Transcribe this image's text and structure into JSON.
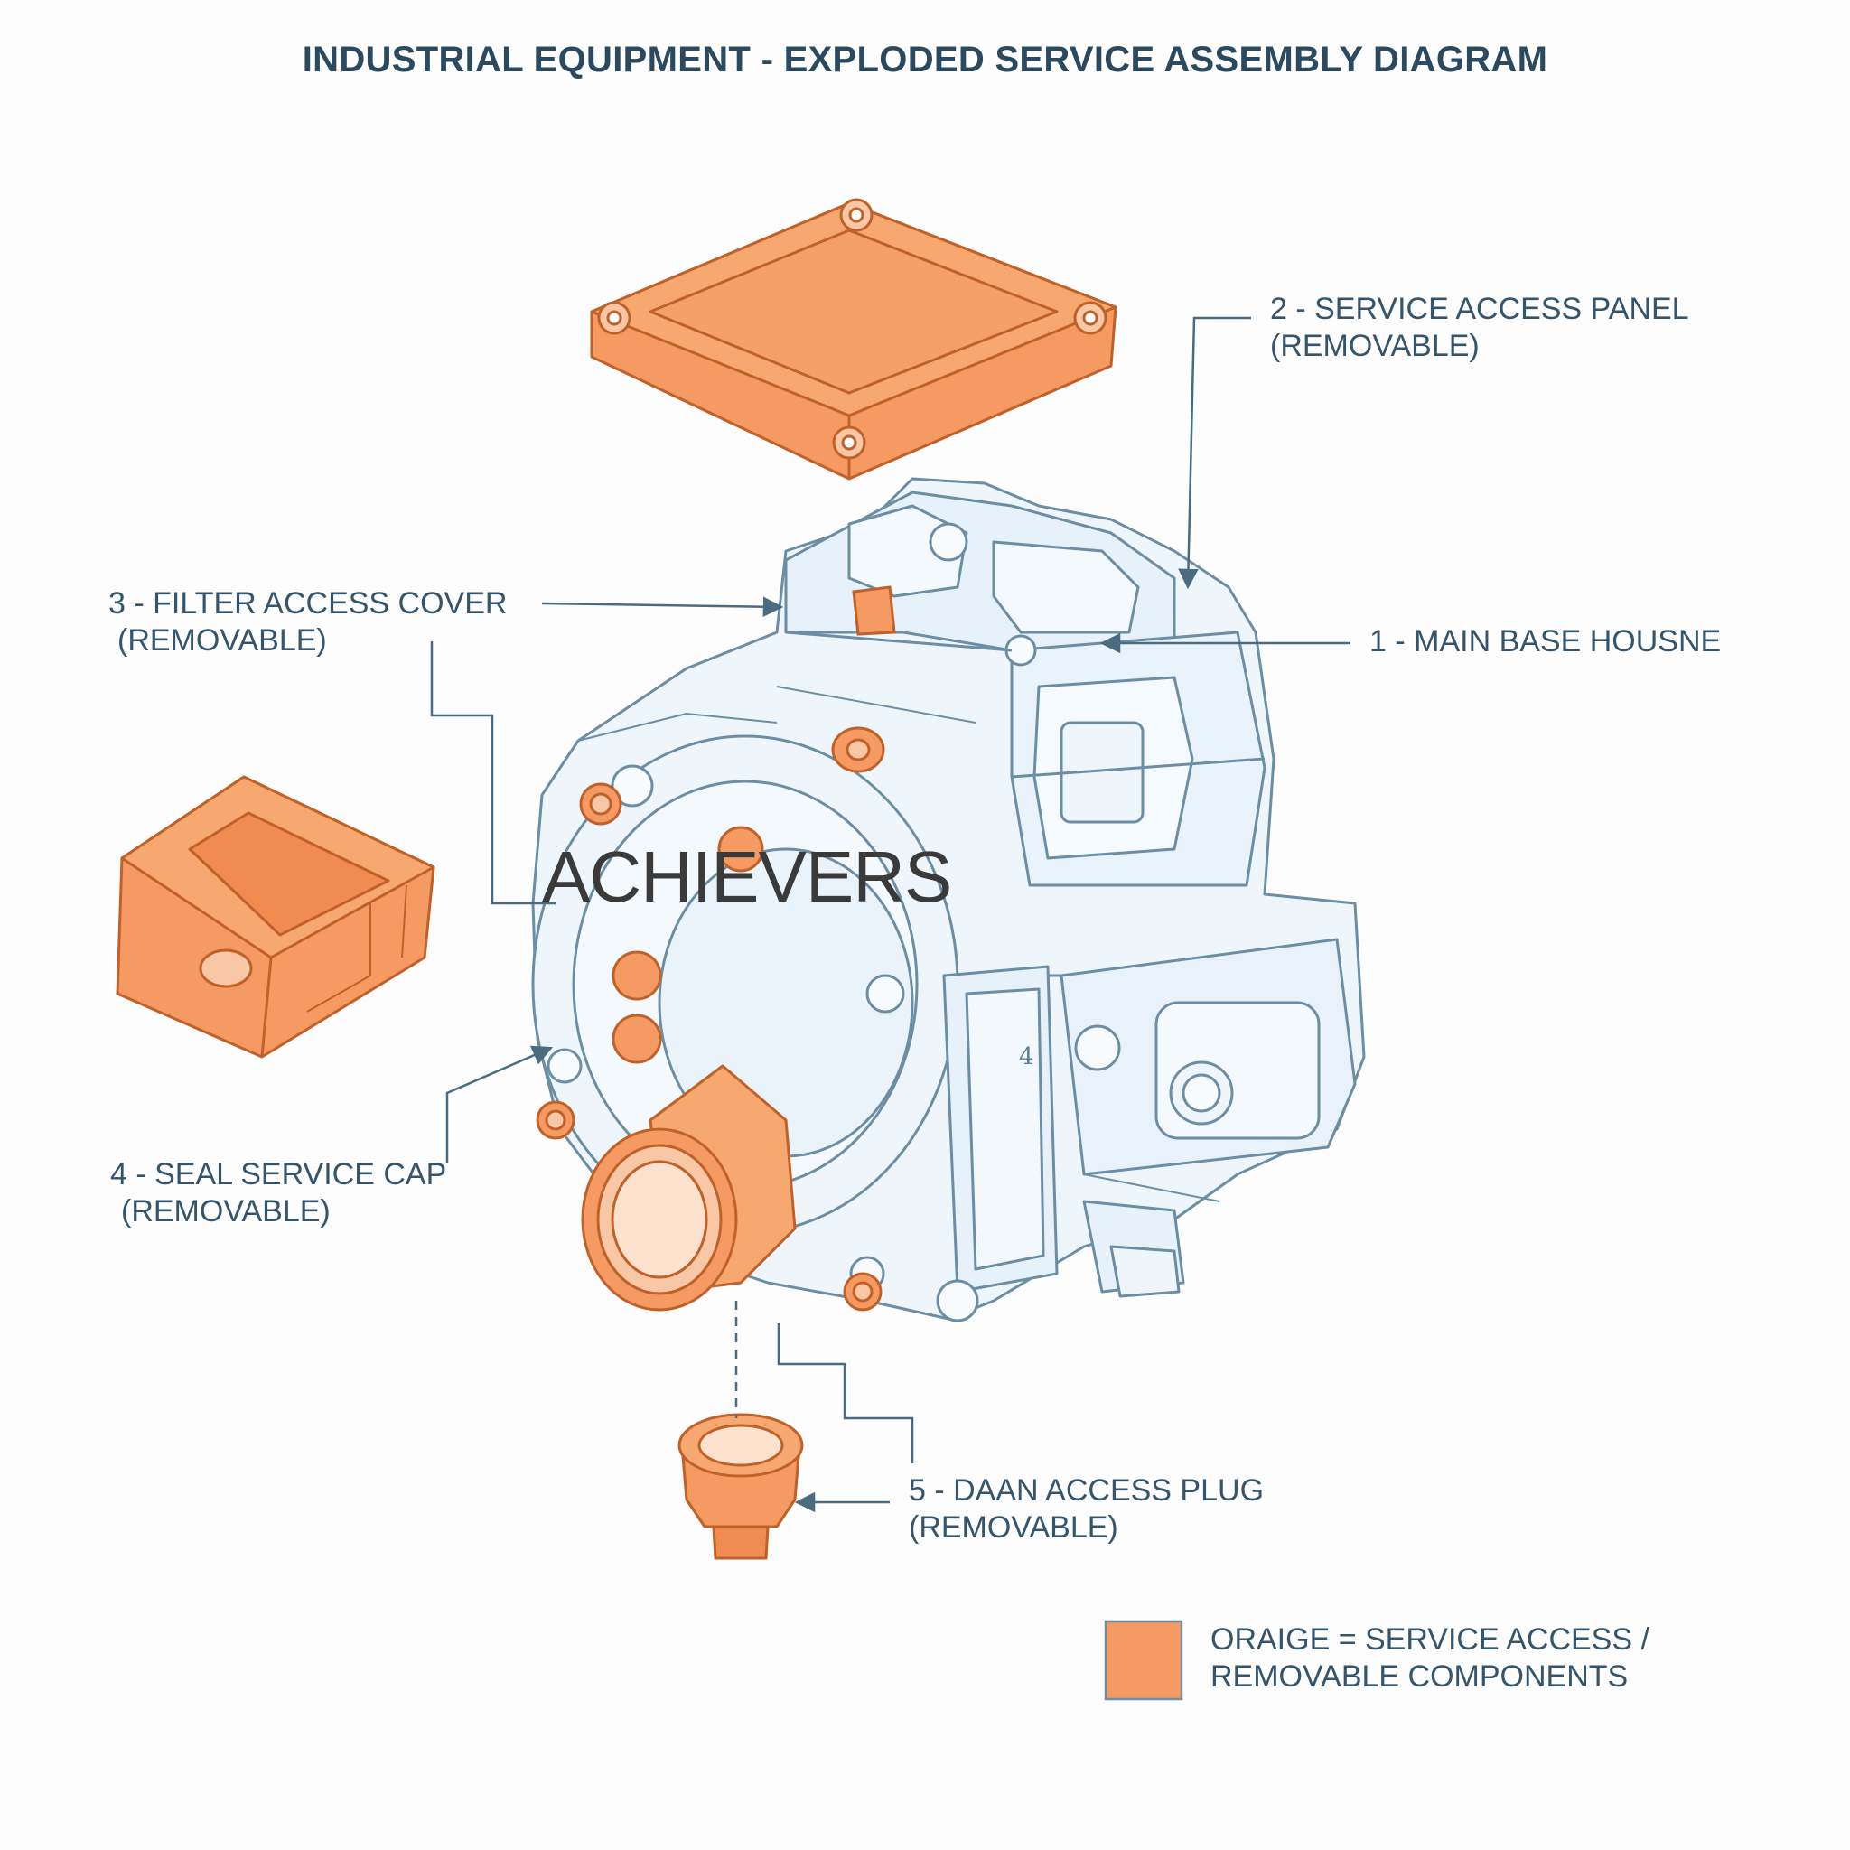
{
  "title": "INDUSTRIAL EQUIPMENT - EXPLODED SERVICE ASSEMBLY DIAGRAM",
  "watermark": "ACHIEVERS",
  "part_marker": "4",
  "colors": {
    "orange": "#f49a62",
    "orange_stroke": "#c0612a",
    "housing_fill": "#eef6fc",
    "housing_stroke": "#6c8ea4",
    "leader": "#4b6b80",
    "text": "#34556c"
  },
  "labels": {
    "service_panel": {
      "line1": "2 - SERVICE ACCESS PANEL",
      "line2": "(REMOVABLE)"
    },
    "main_base": {
      "line1": "1 - MAIN BASE HOUSNE"
    },
    "filter_cover": {
      "line1": "3 - FILTER ACCESS COVER",
      "line2": "(REMOVABLE)"
    },
    "seal_cap": {
      "line1": "4 - SEAL SERVICE CAP",
      "line2": "(REMOVABLE)"
    },
    "drain_plug": {
      "line1": "5 - DAAN ACCESS PLUG",
      "line2": "(REMOVABLE)"
    }
  },
  "legend": {
    "swatch_color": "#f49a62",
    "line1": "ORAIGE = SERVICE ACCESS /",
    "line2": "REMOVABLE COMPONENTS"
  }
}
